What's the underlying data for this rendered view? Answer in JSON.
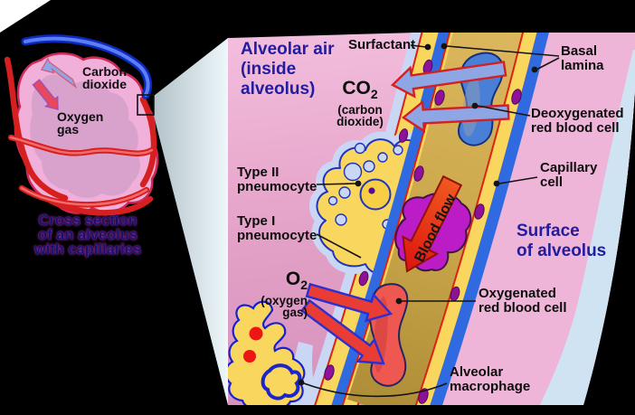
{
  "inset": {
    "labels": {
      "carbon_dioxide_1": "Carbon",
      "carbon_dioxide_2": "dioxide",
      "oxygen_gas_1": "Oxygen",
      "oxygen_gas_2": "gas"
    },
    "caption_1": "Cross section",
    "caption_2": "of an alveolus",
    "caption_3": "with capillaries"
  },
  "main": {
    "labels": {
      "alveolar_air_1": "Alveolar air",
      "alveolar_air_2": "(inside",
      "alveolar_air_3": "alveolus)",
      "surfactant": "Surfactant",
      "basal_lamina_1": "Basal",
      "basal_lamina_2": "lamina",
      "co2_base": "CO",
      "co2_sub": "2",
      "co2_paren_1": "(carbon",
      "co2_paren_2": "dioxide)",
      "deoxygenated_1": "Deoxygenated",
      "deoxygenated_2": "red blood cell",
      "type2_1": "Type II",
      "type2_2": "pneumocyte",
      "type1_1": "Type I",
      "type1_2": "pneumocyte",
      "o2_base": "O",
      "o2_sub": "2",
      "o2_paren_1": "(oxygen",
      "o2_paren_2": "gas)",
      "capillary_1": "Capillary",
      "capillary_2": "cell",
      "surface_1": "Surface",
      "surface_2": "of alveolus",
      "oxygenated_1": "Oxygenated",
      "oxygenated_2": "red blood cell",
      "macrophage_1": "Alveolar",
      "macrophage_2": "macrophage",
      "blood_flow": "Blood flow"
    }
  },
  "colors": {
    "alveolar_air_pink": "#e7a5c9",
    "surface_pink": "#efb5d8",
    "outer_light_blue": "#cfe3f2",
    "surfactant_blue": "#c9d7f4",
    "epithelium_yellow": "#f9d65e",
    "epithelium_outline_red": "#dd2211",
    "basal_lamina_blue": "#2f6ae0",
    "capillary_tan": "#cca84c",
    "nucleus_purple": "#8e119a",
    "deoxygenated_blue": "#4a7fd8",
    "oxygenated_red": "#ee5850",
    "white_blood_cell_purple": "#bb1cc6",
    "blood_flow_orange": "#e8401c",
    "co2_arrow_fill": "#8fa6e4",
    "o2_arrow_fill": "#e93c35",
    "heading_navy": "#221c9e",
    "caption_navy": "#13136e",
    "label_black": "#0d0d0d"
  }
}
